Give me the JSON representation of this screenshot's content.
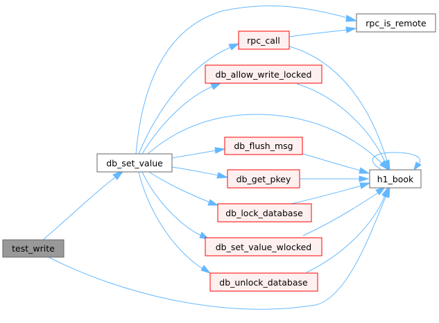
{
  "colors": {
    "edge": "#63b8ff",
    "focus_fill": "#999999",
    "focus_border": "#666666",
    "normal_fill": "#ffffff",
    "normal_border": "#666666",
    "highlight_fill": "#fff0f0",
    "highlight_border": "#ff0000"
  },
  "nodes": {
    "test_write": {
      "label": "test_write",
      "style": "focus"
    },
    "db_set_value": {
      "label": "db_set_value",
      "style": "normal"
    },
    "rpc_call": {
      "label": "rpc_call",
      "style": "highlight"
    },
    "rpc_is_remote": {
      "label": "rpc_is_remote",
      "style": "normal"
    },
    "db_allow_write_locked": {
      "label": "db_allow_write_locked",
      "style": "highlight"
    },
    "db_flush_msg": {
      "label": "db_flush_msg",
      "style": "highlight"
    },
    "db_get_pkey": {
      "label": "db_get_pkey",
      "style": "highlight"
    },
    "db_lock_database": {
      "label": "db_lock_database",
      "style": "highlight"
    },
    "db_set_value_wlocked": {
      "label": "db_set_value_wlocked",
      "style": "highlight"
    },
    "db_unlock_database": {
      "label": "db_unlock_database",
      "style": "highlight"
    },
    "h1_book": {
      "label": "h1_book",
      "style": "normal"
    }
  },
  "edges": [
    {
      "from": "test_write",
      "to": "db_set_value"
    },
    {
      "from": "test_write",
      "to": "h1_book"
    },
    {
      "from": "db_set_value",
      "to": "rpc_call"
    },
    {
      "from": "db_set_value",
      "to": "rpc_is_remote"
    },
    {
      "from": "db_set_value",
      "to": "db_allow_write_locked"
    },
    {
      "from": "db_set_value",
      "to": "h1_book"
    },
    {
      "from": "db_set_value",
      "to": "db_flush_msg"
    },
    {
      "from": "db_set_value",
      "to": "db_get_pkey"
    },
    {
      "from": "db_set_value",
      "to": "db_lock_database"
    },
    {
      "from": "db_set_value",
      "to": "db_set_value_wlocked"
    },
    {
      "from": "db_set_value",
      "to": "db_unlock_database"
    },
    {
      "from": "rpc_call",
      "to": "rpc_is_remote"
    },
    {
      "from": "rpc_call",
      "to": "h1_book"
    },
    {
      "from": "db_allow_write_locked",
      "to": "h1_book"
    },
    {
      "from": "db_flush_msg",
      "to": "h1_book"
    },
    {
      "from": "db_get_pkey",
      "to": "h1_book"
    },
    {
      "from": "db_lock_database",
      "to": "h1_book"
    },
    {
      "from": "db_set_value_wlocked",
      "to": "h1_book"
    },
    {
      "from": "db_unlock_database",
      "to": "h1_book"
    },
    {
      "from": "h1_book",
      "to": "h1_book"
    }
  ]
}
